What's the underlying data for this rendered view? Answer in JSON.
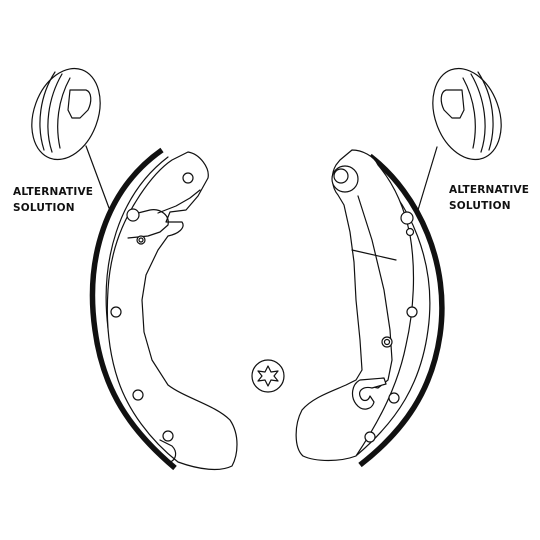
{
  "diagram": {
    "callouts": {
      "left": {
        "line1": "ALTERNATIVE",
        "line2": "SOLUTION"
      },
      "right": {
        "line1": "ALTERNATIVE",
        "line2": "SOLUTION"
      }
    },
    "icons": {
      "left_detail": "detail-magnifier-icon",
      "right_detail": "detail-magnifier-icon",
      "center": "torx-screw-icon"
    },
    "colors": {
      "line": "#111111",
      "background": "#ffffff"
    }
  }
}
